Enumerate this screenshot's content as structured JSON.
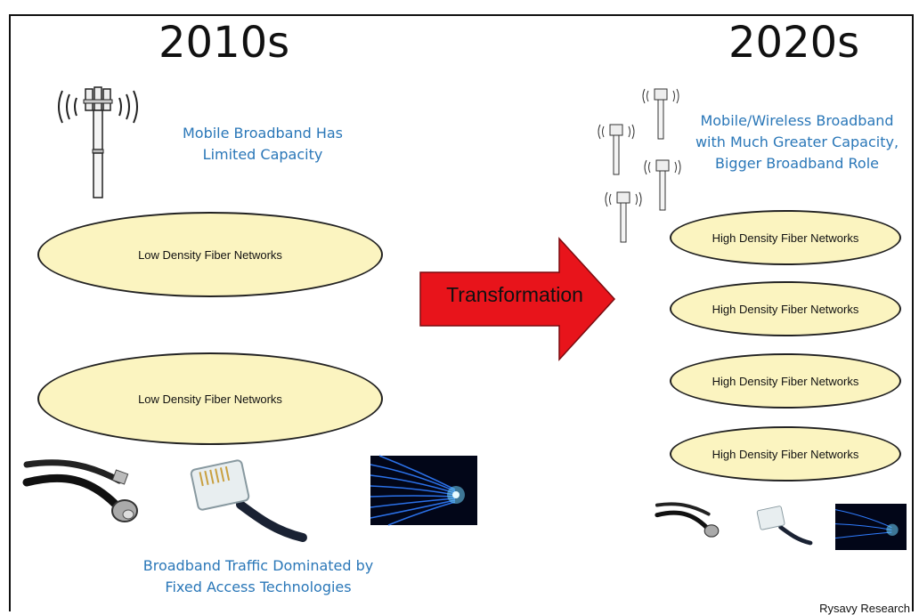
{
  "left": {
    "title": "2010s",
    "caption_line1": "Mobile Broadband Has",
    "caption_line2": "Limited Capacity",
    "ellipse_top": "Low Density Fiber Networks",
    "ellipse_bottom": "Low Density Fiber Networks",
    "footer_line1": "Broadband Traffic Dominated by",
    "footer_line2": "Fixed Access Technologies"
  },
  "arrow": {
    "label": "Transformation",
    "color": "#e8141b"
  },
  "right": {
    "title": "2020s",
    "caption_line1": "Mobile/Wireless Broadband",
    "caption_line2": "with Much Greater Capacity,",
    "caption_line3": "Bigger Broadband Role",
    "ellipses": [
      "High Density Fiber Networks",
      "High Density Fiber Networks",
      "High Density Fiber Networks",
      "High Density Fiber Networks"
    ]
  },
  "credit": "Rysavy Research",
  "colors": {
    "ellipse_fill": "#fbf4c0",
    "caption": "#2a77b8"
  },
  "icons": [
    "cell-tower-icon",
    "coax-cable-icon",
    "phone-jack-icon",
    "fiber-optic-icon"
  ]
}
